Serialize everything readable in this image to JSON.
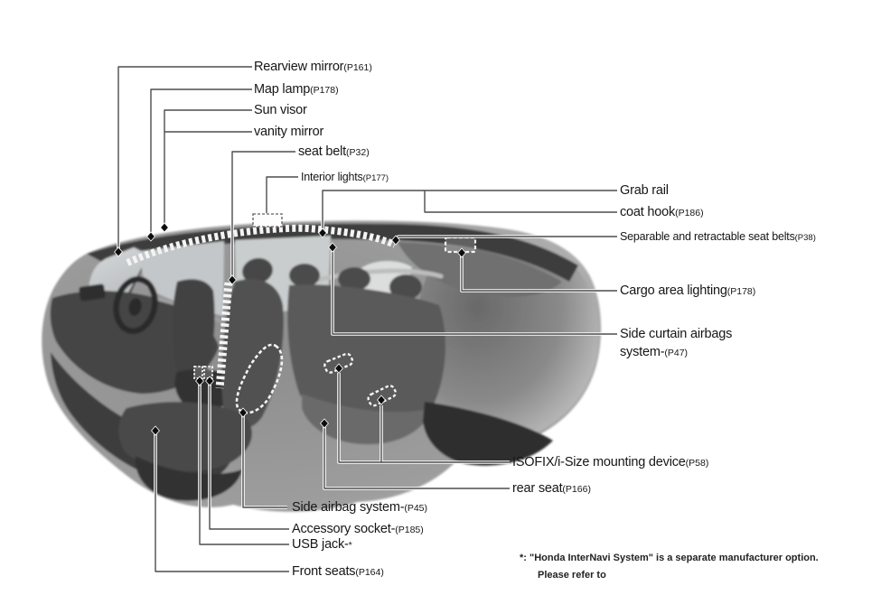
{
  "labels": {
    "rearview": {
      "text": "Rearview mirror",
      "page": "(P161)"
    },
    "maplamp": {
      "text": "Map lamp",
      "page": "(P178)"
    },
    "sunvisor": {
      "text": "Sun visor",
      "page": ""
    },
    "vanity": {
      "text": "vanity mirror",
      "page": ""
    },
    "seatbelt": {
      "text": "seat belt",
      "page": "(P32)"
    },
    "interiorlights": {
      "text": "Interior lights",
      "page": "(P177)"
    },
    "grabrail": {
      "text": "Grab rail",
      "page": ""
    },
    "coathook": {
      "text": "coat hook",
      "page": "(P186)"
    },
    "separable": {
      "text": "Separable and retractable seat belts",
      "page": "(P38)"
    },
    "cargo": {
      "text": "Cargo area lighting",
      "page": "(P178)"
    },
    "curtain": {
      "text": "Side curtain airbags system-",
      "page": "(P47)"
    },
    "isofix": {
      "text": "ISOFIX/i-Size mounting device",
      "page": "(P58)"
    },
    "rearseat": {
      "text": "rear seat",
      "page": "(P166)"
    },
    "sideairbag": {
      "text": "Side airbag system-",
      "page": "(P45)"
    },
    "accessory": {
      "text": "Accessory socket-",
      "page": "(P185)"
    },
    "usb": {
      "text": "USB jack-",
      "page": "*"
    },
    "frontseats": {
      "text": "Front seats",
      "page": "(P164)"
    }
  },
  "footnote": {
    "line1": "*: \"Honda InterNavi System\" is a separate manufacturer option.",
    "line2": "Please refer to"
  },
  "colors": {
    "body_gray": "#949494",
    "roof_dark": "#3d3d3d",
    "highlight_dash": "#f4f4f4",
    "callout_line": "#4d4d4d"
  }
}
